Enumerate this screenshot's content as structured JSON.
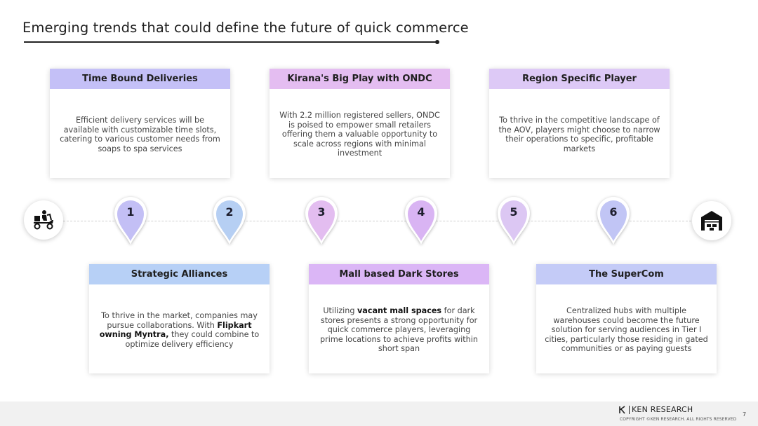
{
  "slide": {
    "title": "Emerging trends that could define the future of quick commerce",
    "page_number": "7"
  },
  "cards": [
    {
      "num": "1",
      "title": "Time Bound Deliveries",
      "color": "#c4c0f7",
      "pin_color": "#c3bff5",
      "body": [
        {
          "t": "Efficient delivery services will be available with customizable time slots, catering to various customer needs from soaps to spa services"
        }
      ]
    },
    {
      "num": "2",
      "title": "Strategic Alliances",
      "color": "#b7d0f6",
      "pin_color": "#b6cff3",
      "body": [
        {
          "t": "To thrive in the market, companies may pursue collaborations. With "
        },
        {
          "t": "Flipkart owning Myntra,",
          "b": true
        },
        {
          "t": " they could combine to optimize delivery efficiency"
        }
      ]
    },
    {
      "num": "3",
      "title": "Kirana's Big Play with ONDC",
      "color": "#e4bdf1",
      "pin_color": "#e3bdf0",
      "body": [
        {
          "t": "With 2.2 million registered sellers, ONDC is poised to empower small retailers offering them a valuable opportunity to scale across regions with minimal investment"
        }
      ]
    },
    {
      "num": "4",
      "title": "Mall based Dark Stores",
      "color": "#dbb6f6",
      "pin_color": "#d9b4f3",
      "body": [
        {
          "t": "Utilizing "
        },
        {
          "t": "vacant mall spaces",
          "b": true
        },
        {
          "t": " for dark stores presents a strong opportunity for quick commerce players, leveraging prime locations to achieve profits within short span"
        }
      ]
    },
    {
      "num": "5",
      "title": "Region Specific Player",
      "color": "#ddc9f6",
      "pin_color": "#dcc7f3",
      "body": [
        {
          "t": "To thrive in the competitive landscape of the AOV, players might choose to narrow their operations to specific, profitable markets"
        }
      ]
    },
    {
      "num": "6",
      "title": "The SuperCom",
      "color": "#c4cbf7",
      "pin_color": "#c1c5f5",
      "body": [
        {
          "t": "Centralized hubs with multiple warehouses could become the future solution for serving audiences in Tier I cities, particularly those residing in gated communities or as paying guests"
        }
      ]
    }
  ],
  "icons": {
    "start": "delivery-scooter-icon",
    "end": "warehouse-icon"
  },
  "footer": {
    "brand": "KEN RESEARCH",
    "copyright": "COPYRIGHT ©KEN RESEARCH. ALL RIGHTS RESERVED"
  }
}
